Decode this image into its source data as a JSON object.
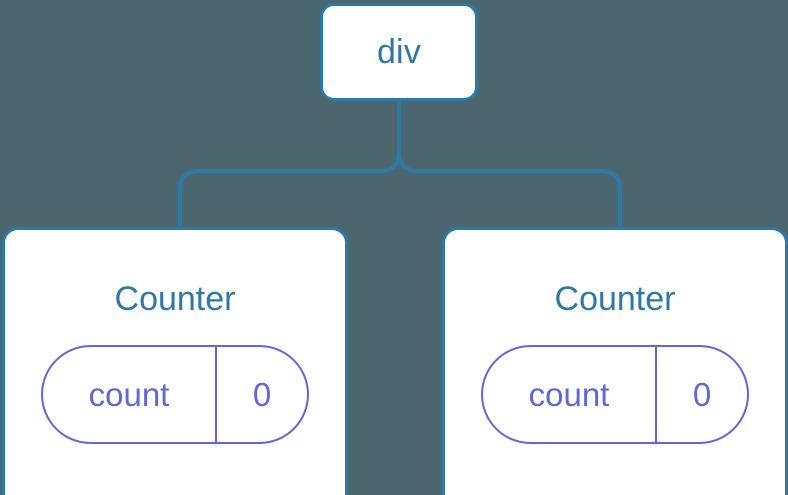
{
  "diagram": {
    "type": "component-tree",
    "background_color": "#4c6670",
    "node_border_color": "#2b79a6",
    "node_fill_color": "#ffffff",
    "node_text_color": "#2f77a5",
    "state_color": "#5f68d4",
    "connector_color": "#2b79a6"
  },
  "root": {
    "label": "div"
  },
  "children": [
    {
      "title": "Counter",
      "state": {
        "key": "count",
        "value": "0"
      }
    },
    {
      "title": "Counter",
      "state": {
        "key": "count",
        "value": "0"
      }
    }
  ]
}
